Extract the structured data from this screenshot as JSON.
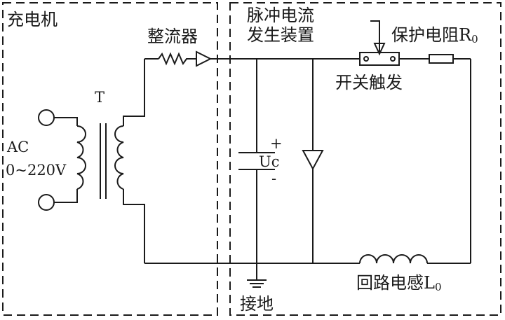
{
  "labels": {
    "charger": "充电机",
    "transformer": "T",
    "ac_source": "AC",
    "ac_voltage": "0~220V",
    "rectifier": "整流器",
    "pulse_device_line1": "脉冲电流",
    "pulse_device_line2": "发生装置",
    "protection_resistor": "保护电阻R",
    "protection_resistor_sub": "0",
    "trigger_switch": "开关触发",
    "capacitor": "Uc",
    "cap_plus": "+",
    "cap_minus": "-",
    "loop_inductance": "回路电感L",
    "loop_inductance_sub": "0",
    "ground": "接地"
  }
}
